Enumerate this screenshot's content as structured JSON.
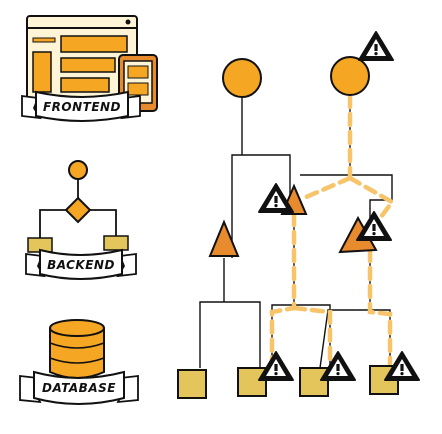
{
  "legend": {
    "frontend_label": "FRONTEND",
    "backend_label": "BACKEND",
    "database_label": "DATABASE"
  },
  "colors": {
    "orange": "#F5A623",
    "orange_dark": "#E88A2E",
    "cream": "#FFF5D6",
    "olive_yellow": "#E3C55B",
    "highlight_path": "#F7C46A",
    "outline": "#111111",
    "warning_bg": "#ffffff"
  },
  "icons": {
    "warning": "warning-triangle-icon"
  }
}
